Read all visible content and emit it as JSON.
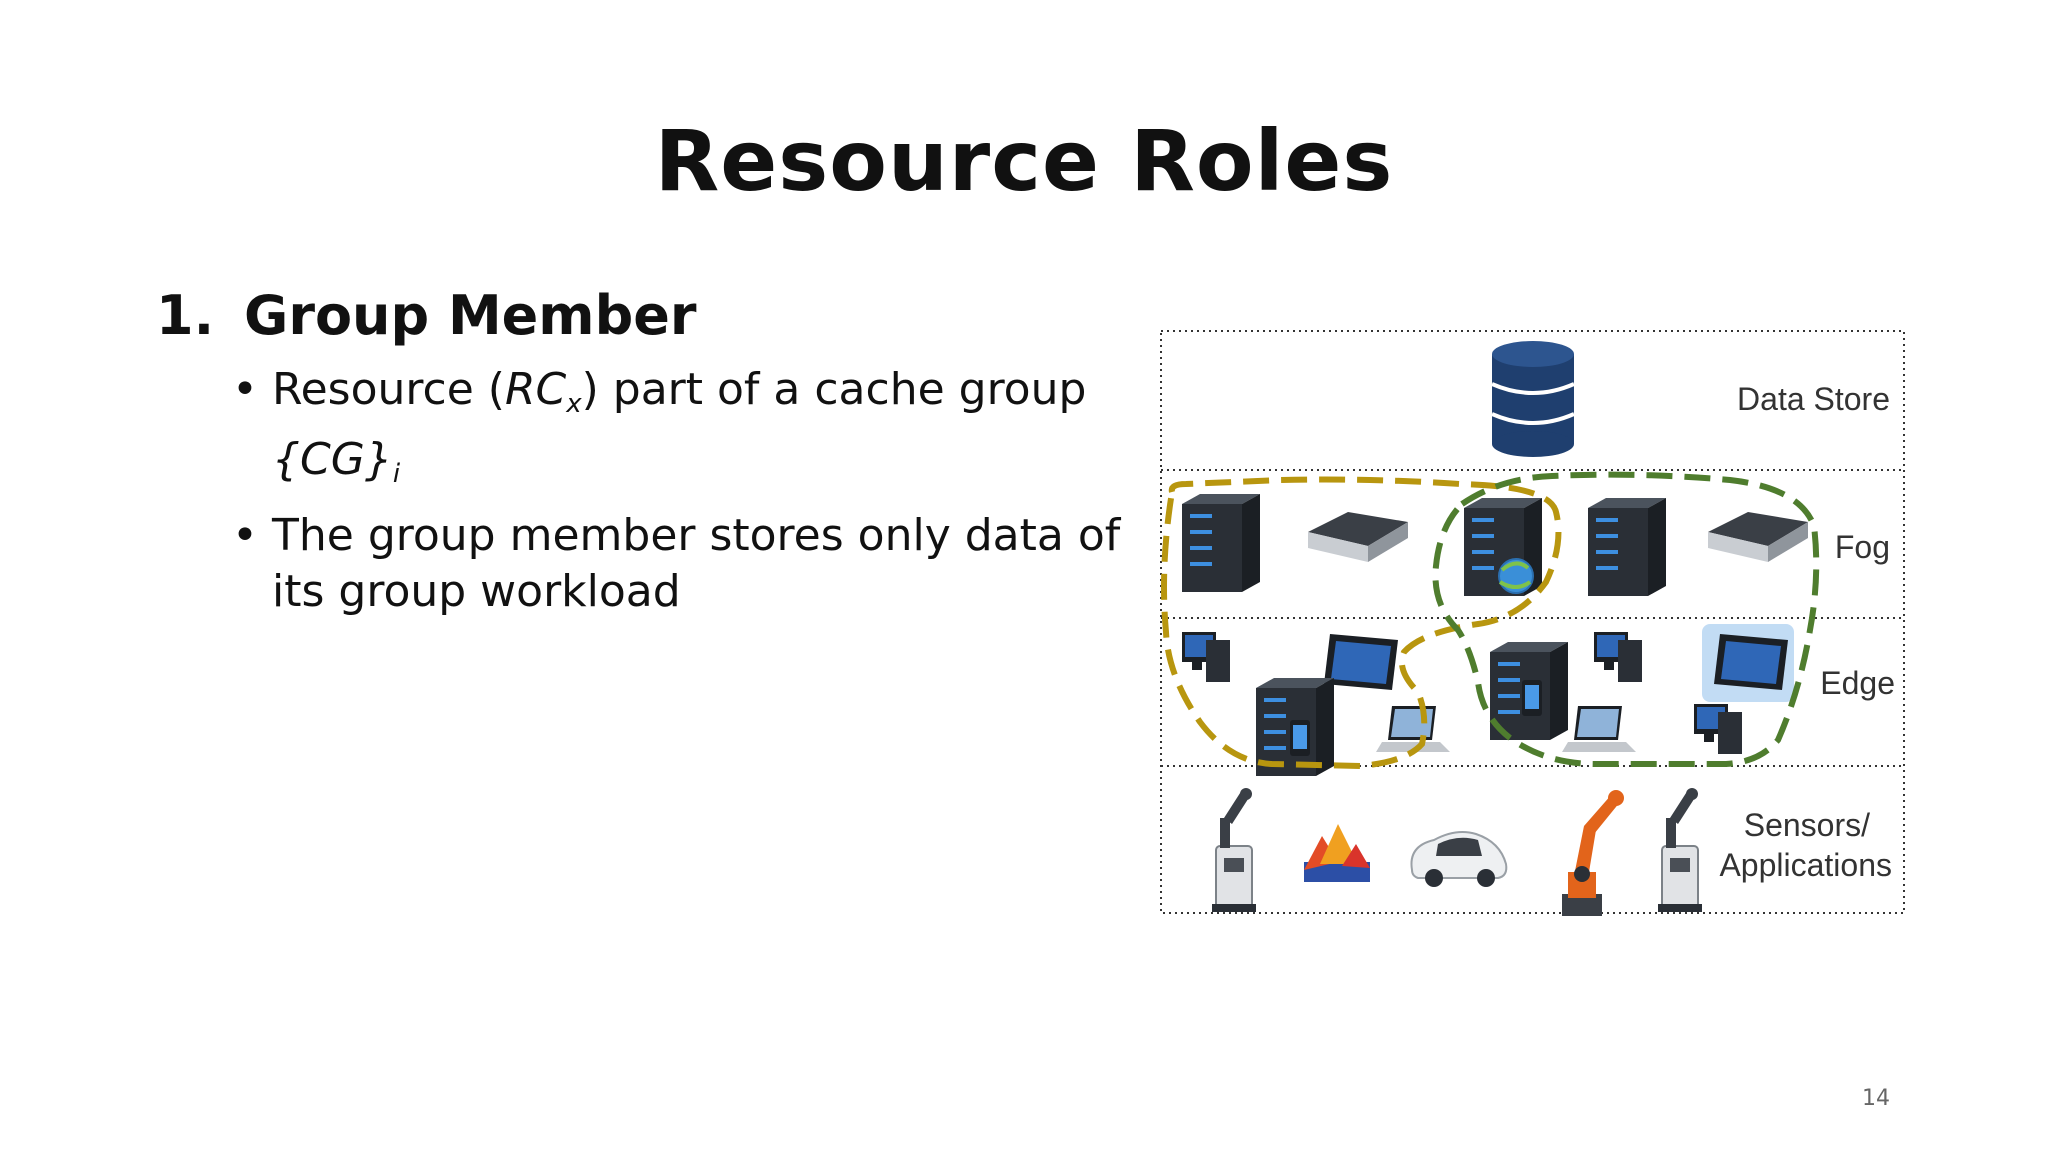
{
  "slide": {
    "title": "Resource Roles",
    "section": {
      "number": "1.",
      "heading": "Group Member"
    },
    "bullets": [
      {
        "pre": "Resource (",
        "math_main": "RC",
        "math_sub": "x",
        "mid": ") part of a cache group",
        "set_main": "{CG}",
        "set_sub": "i"
      },
      {
        "text": "The group member stores only data of its group workload"
      }
    ],
    "page_number": "14"
  },
  "figure": {
    "layers": [
      "Data Store",
      "Fog",
      "Edge",
      "Sensors/",
      "Applications"
    ],
    "colors": {
      "group1": "#b8960f",
      "group2": "#4f7d2e",
      "database": "#1f3f6f",
      "server": "#2a2f36",
      "screen": "#2f67b7",
      "robot": "#e2641b"
    },
    "icons": [
      "database-icon",
      "server-icon",
      "settop-box-icon",
      "monitor-icon",
      "tablet-icon",
      "laptop-icon",
      "smartphone-icon",
      "robot-arm-icon",
      "self-driving-car-icon"
    ]
  }
}
